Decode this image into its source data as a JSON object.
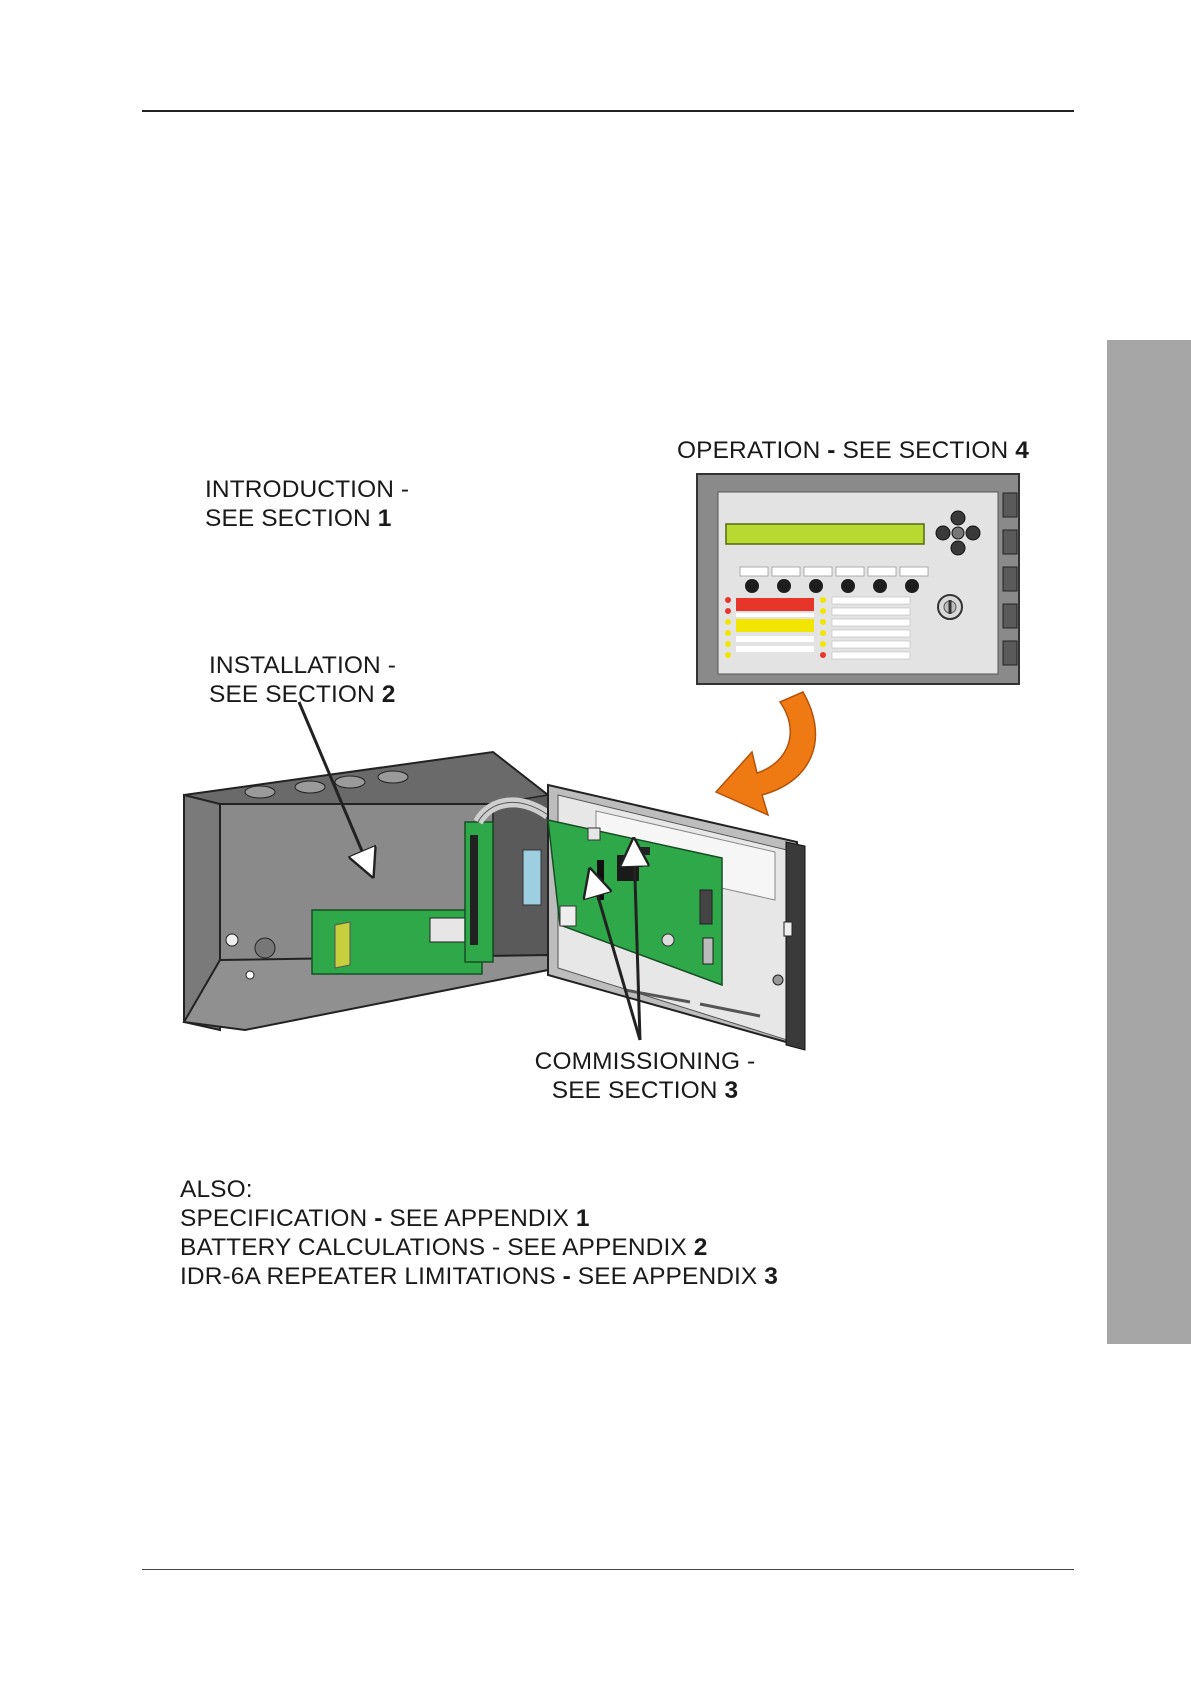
{
  "labels": {
    "operation": {
      "text": "OPERATION ",
      "dash": "-",
      "rest": " SEE SECTION ",
      "num": "4"
    },
    "introduction": {
      "line1": "INTRODUCTION -",
      "line2_text": "SEE SECTION ",
      "line2_num": "1"
    },
    "installation": {
      "line1": "INSTALLATION -",
      "line2_text": "SEE SECTION ",
      "line2_num": "2"
    },
    "commissioning": {
      "line1": "COMMISSIONING -",
      "line2_text": "SEE SECTION ",
      "line2_num": "3"
    }
  },
  "also": {
    "heading": "ALSO:",
    "items": [
      {
        "text": "SPECIFICATION ",
        "dash": "-",
        "rest": " SEE APPENDIX ",
        "num": "1"
      },
      {
        "text": "BATTERY CALCULATIONS - SEE APPENDIX ",
        "num": "2"
      },
      {
        "text": "IDR-6A REPEATER LIMITATIONS ",
        "dash": "-",
        "rest": " SEE APPENDIX ",
        "num": "3"
      }
    ]
  },
  "colors": {
    "page": "#ffffff",
    "side_tab": "#a6a6a6",
    "lcd": "#b8d832",
    "fire_bar": "#e8352a",
    "fault_bar": "#f2e600",
    "arrow": "#ef7a14",
    "pcb": "#2fa84a"
  }
}
